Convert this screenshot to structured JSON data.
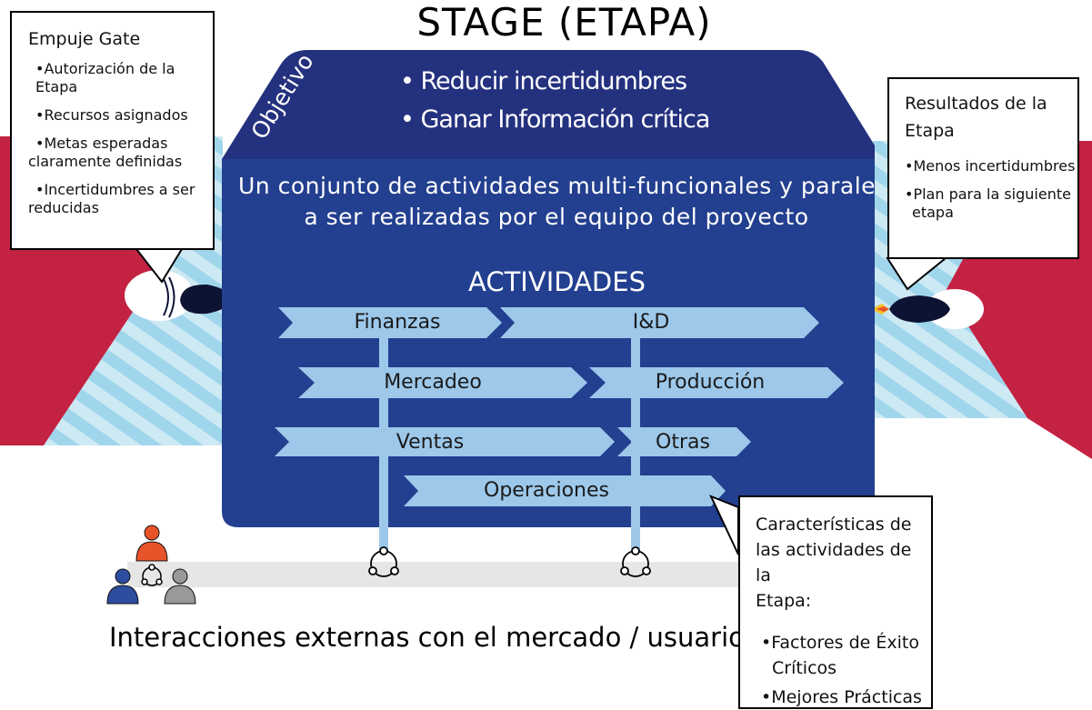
{
  "title": "STAGE (ETAPA)",
  "objective": {
    "label": "Objetivo",
    "bullets": [
      "• Reducir incertidumbres",
      "• Ganar Información crítica"
    ]
  },
  "description": {
    "line1": "Un conjunto de actividades multi-funcionales y paralelas",
    "line2": "a ser realizadas por el equipo del proyecto"
  },
  "activities": {
    "title": "ACTIVIDADES",
    "items": [
      "Finanzas",
      "I&D",
      "Mercadeo",
      "Producción",
      "Ventas",
      "Otras",
      "Operaciones"
    ]
  },
  "gate_push": {
    "title": "Empuje Gate",
    "items": [
      "•Autorización de la Etapa",
      "•Recursos asignados",
      "•Metas esperadas",
      "claramente definidas",
      "•Incertidumbres a ser",
      "reducidas"
    ]
  },
  "results": {
    "title_line1": "Resultados de la",
    "title_line2": "Etapa",
    "items": [
      "•Menos incertidumbres",
      "•Plan para la siguiente",
      "etapa"
    ]
  },
  "characteristics": {
    "title_line1": "Características de",
    "title_line2": "las actividades de la",
    "title_line3": "Etapa:",
    "items": [
      "•Factores de Éxito",
      "Críticos",
      "•Mejores Prácticas"
    ]
  },
  "bottom_label": "Interacciones externas con el mercado / usuarios",
  "colors": {
    "stage_blue": "#233f8f",
    "objective_blue": "#24317e",
    "chevron_blue": "#9dc8ea",
    "gate_red": "#c32242",
    "stripe_light": "#cde9f4",
    "stripe_mid": "#9fd6ec",
    "person_orange": "#e8542a",
    "person_blue": "#2d4d9e",
    "person_gray": "#999999"
  }
}
